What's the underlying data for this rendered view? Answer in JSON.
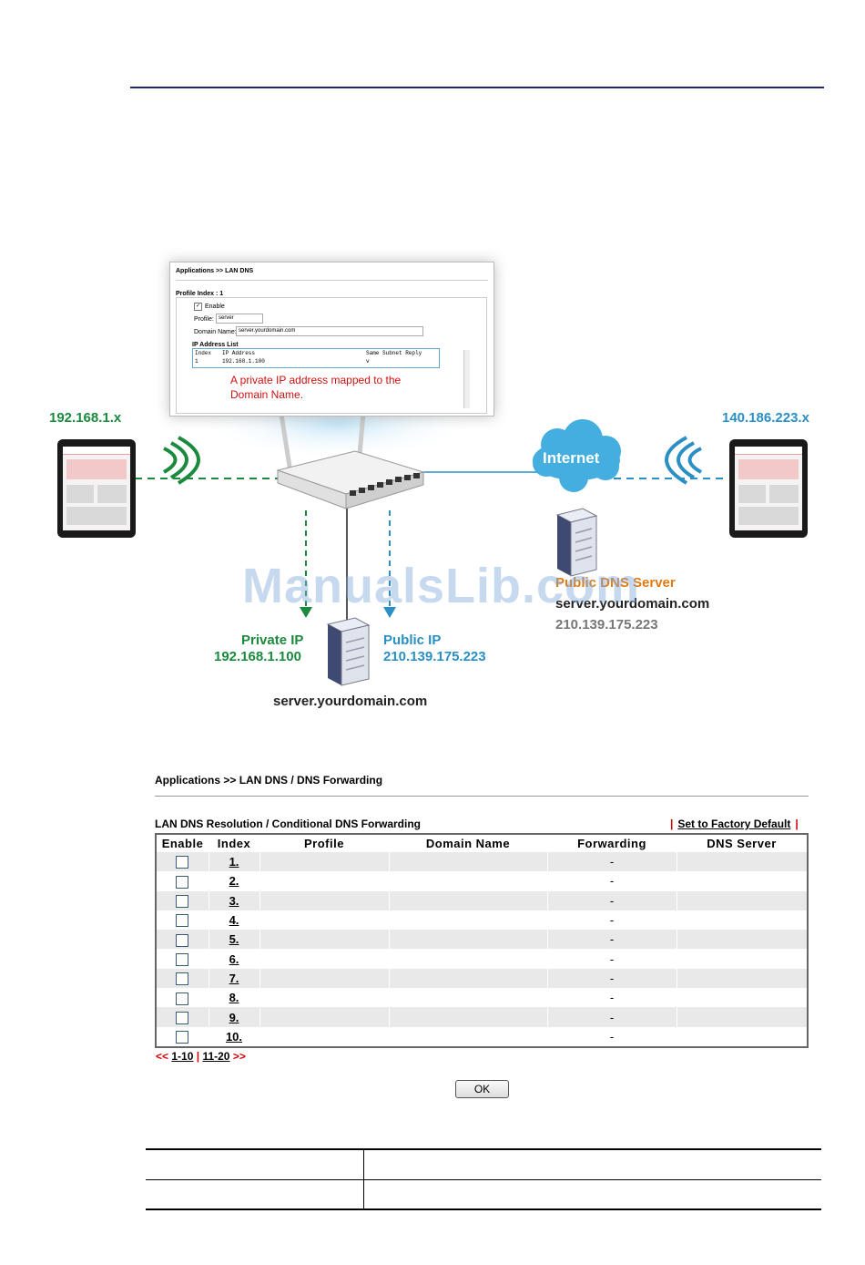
{
  "popup": {
    "breadcrumb": "Applications >> LAN DNS",
    "profile_index": "Profile Index : 1",
    "enable_label": "Enable",
    "profile_label": "Profile:",
    "profile_value": "server",
    "domain_label": "Domain Name:",
    "domain_value": "server.yourdomain.com",
    "ip_list_label": "IP Address List",
    "ip_header_index": "Index",
    "ip_header_address": "IP Address",
    "ip_header_reply": "Same Subnet Reply",
    "ip_row_index": "1",
    "ip_row_address": "192.168.1.100",
    "ip_row_reply": "v",
    "note_line1": "A private IP address mapped to the",
    "note_line2": "Domain Name."
  },
  "diagram": {
    "left_subnet": "192.168.1.x",
    "right_subnet": "140.186.223.x",
    "cloud_label": "Internet",
    "public_dns_title": "Public DNS Server",
    "public_dns_domain": "server.yourdomain.com",
    "public_dns_ip": "210.139.175.223",
    "private_ip_label": "Private IP",
    "private_ip_value": "192.168.1.100",
    "public_ip_label": "Public IP",
    "public_ip_value": "210.139.175.223",
    "server_domain": "server.yourdomain.com",
    "colors": {
      "green": "#1b8a3e",
      "blue": "#2a8fc4",
      "orange": "#e07a12"
    }
  },
  "watermark": "ManualsLib.com",
  "ui": {
    "breadcrumb": "Applications >> LAN DNS / DNS Forwarding",
    "subtitle": "LAN DNS Resolution / Conditional DNS Forwarding",
    "factory_default": "Set to Factory Default",
    "pipe": "|",
    "columns": [
      "Enable",
      "Index",
      "Profile",
      "Domain Name",
      "Forwarding",
      "DNS Server"
    ],
    "rows": [
      {
        "index": "1.",
        "profile": "",
        "domain": "",
        "forwarding": "-",
        "dns": ""
      },
      {
        "index": "2.",
        "profile": "",
        "domain": "",
        "forwarding": "-",
        "dns": ""
      },
      {
        "index": "3.",
        "profile": "",
        "domain": "",
        "forwarding": "-",
        "dns": ""
      },
      {
        "index": "4.",
        "profile": "",
        "domain": "",
        "forwarding": "-",
        "dns": ""
      },
      {
        "index": "5.",
        "profile": "",
        "domain": "",
        "forwarding": "-",
        "dns": ""
      },
      {
        "index": "6.",
        "profile": "",
        "domain": "",
        "forwarding": "-",
        "dns": ""
      },
      {
        "index": "7.",
        "profile": "",
        "domain": "",
        "forwarding": "-",
        "dns": ""
      },
      {
        "index": "8.",
        "profile": "",
        "domain": "",
        "forwarding": "-",
        "dns": ""
      },
      {
        "index": "9.",
        "profile": "",
        "domain": "",
        "forwarding": "-",
        "dns": ""
      },
      {
        "index": "10.",
        "profile": "",
        "domain": "",
        "forwarding": "-",
        "dns": ""
      }
    ],
    "pager_prev": "<<",
    "pager_page1": "1-10",
    "pager_sep": "|",
    "pager_page2": "11-20",
    "pager_next": ">>",
    "ok_label": "OK"
  }
}
